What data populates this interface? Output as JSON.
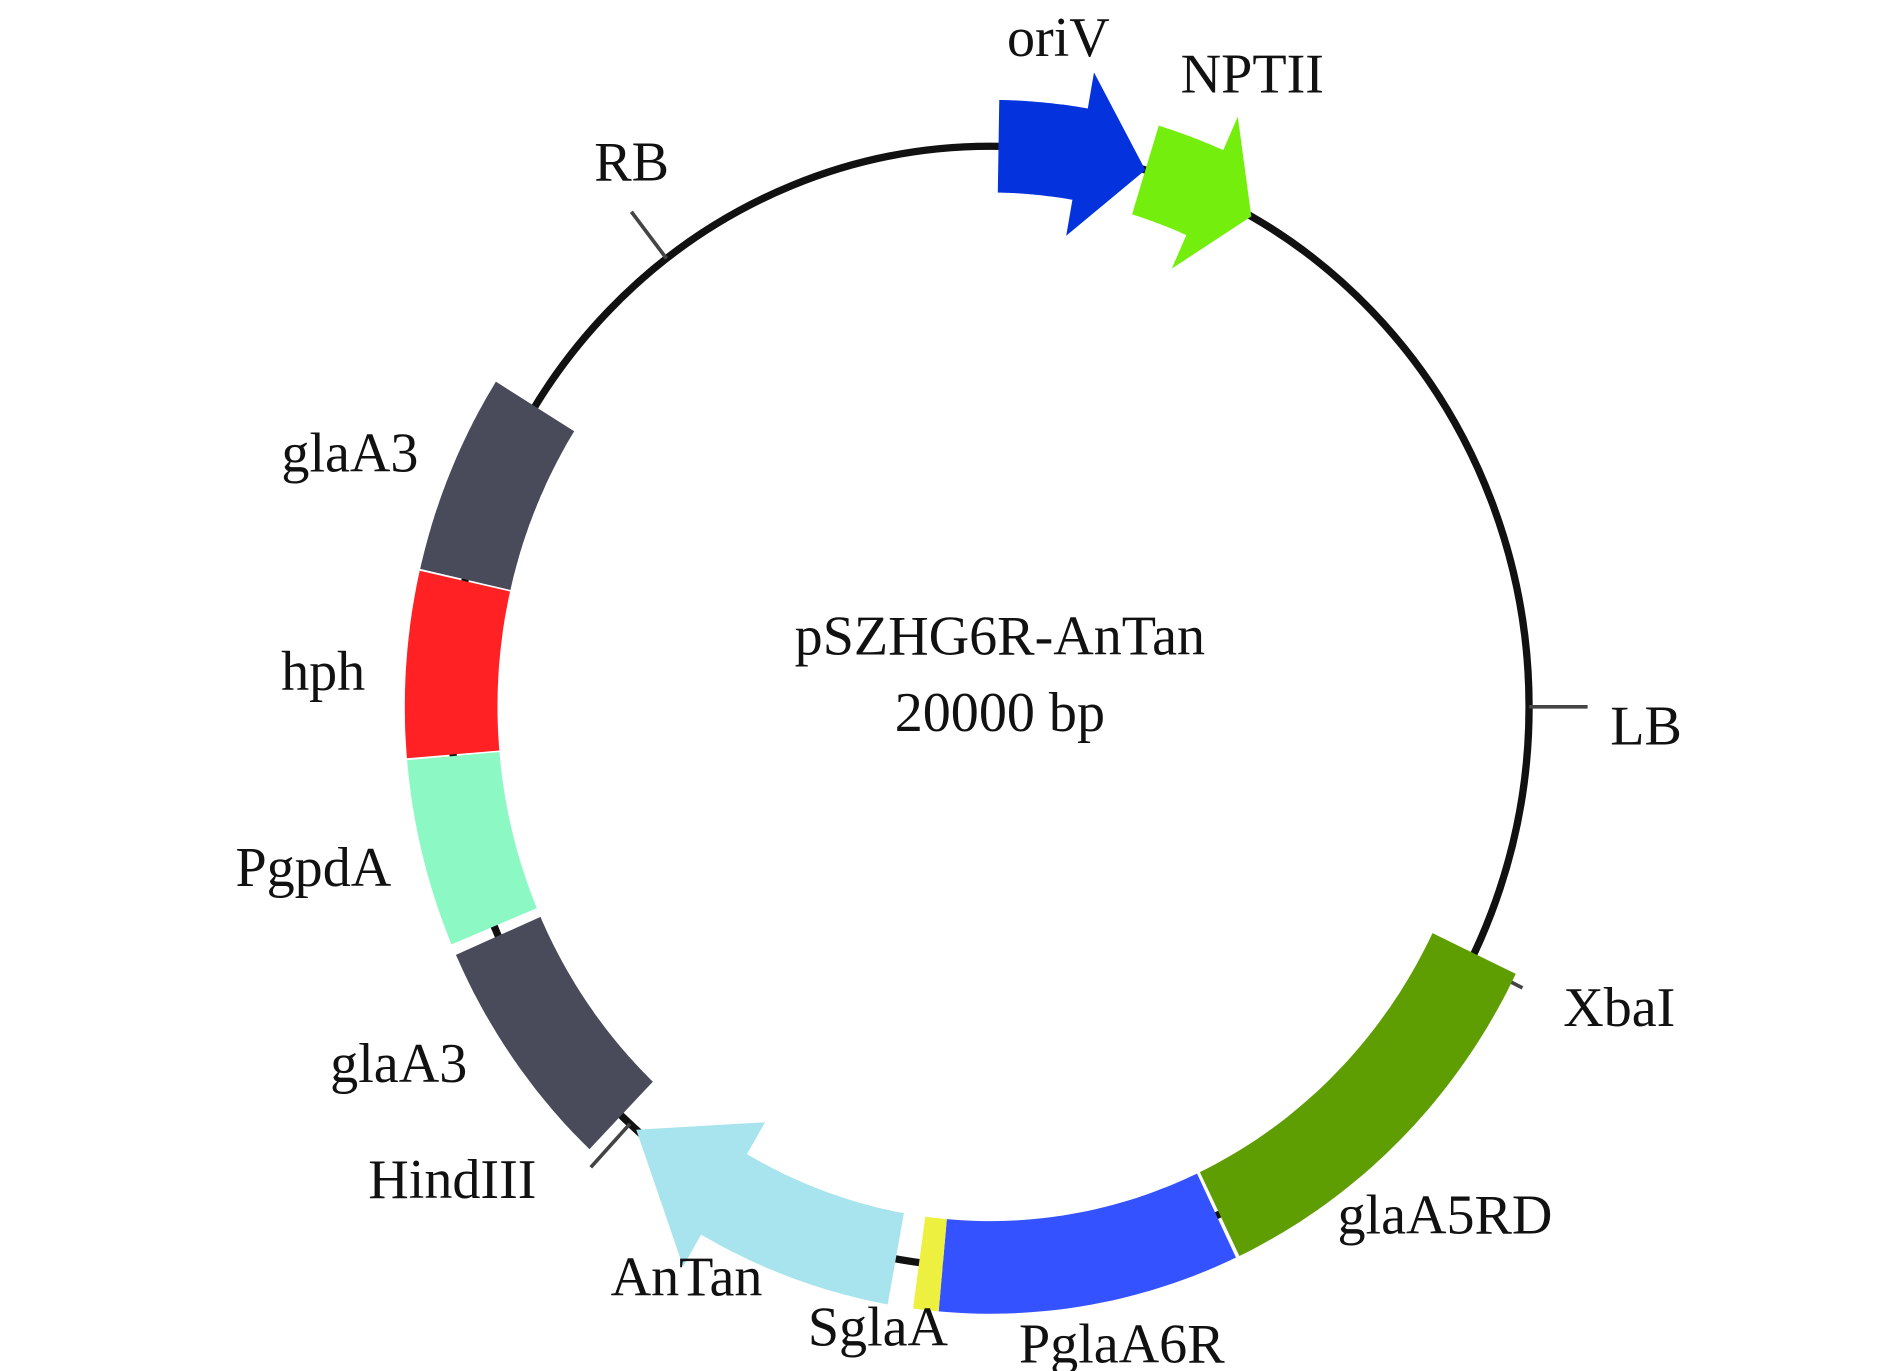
{
  "plasmid": {
    "name": "pSZHG6R-AnTan",
    "size_label": "20000 bp",
    "total_bp": 20000,
    "backbone_color": "#111111"
  },
  "features": [
    {
      "name": "oriV",
      "start": 50,
      "end": 930,
      "arrow": true,
      "color": "#0433dd"
    },
    {
      "name": "NPTII",
      "start": 930,
      "end": 1610,
      "arrow": true,
      "color": "#74ee0c"
    },
    {
      "name": "glaA5RD",
      "start": 6450,
      "end": 8600,
      "arrow": false,
      "color": "#5e9e02"
    },
    {
      "name": "PglaA6R",
      "start": 8620,
      "end": 10280,
      "arrow": false,
      "color": "#3452ff"
    },
    {
      "name": "SglaA",
      "start": 10280,
      "end": 10420,
      "arrow": false,
      "color": "#eef040"
    },
    {
      "name": "AnTan",
      "start": 10560,
      "end": 12280,
      "arrow": true,
      "color": "#a8e4ee"
    },
    {
      "name": "glaA3",
      "start": 12400,
      "end": 13660,
      "arrow": false,
      "color": "#4a4b5a"
    },
    {
      "name": "PgpdA",
      "start": 13720,
      "end": 14720,
      "arrow": false,
      "color": "#8cf8c4"
    },
    {
      "name": "hph",
      "start": 14730,
      "end": 15720,
      "arrow": false,
      "color": "#ff2124"
    },
    {
      "name": "glaA3",
      "start": 15730,
      "end": 16800,
      "arrow": false,
      "color": "#4a4b5a"
    }
  ],
  "sites": [
    {
      "name": "LB",
      "position": 5000
    },
    {
      "name": "XbaI",
      "position": 6500
    },
    {
      "name": "HindIII",
      "position": 12330
    },
    {
      "name": "RB",
      "position": 17950
    }
  ]
}
